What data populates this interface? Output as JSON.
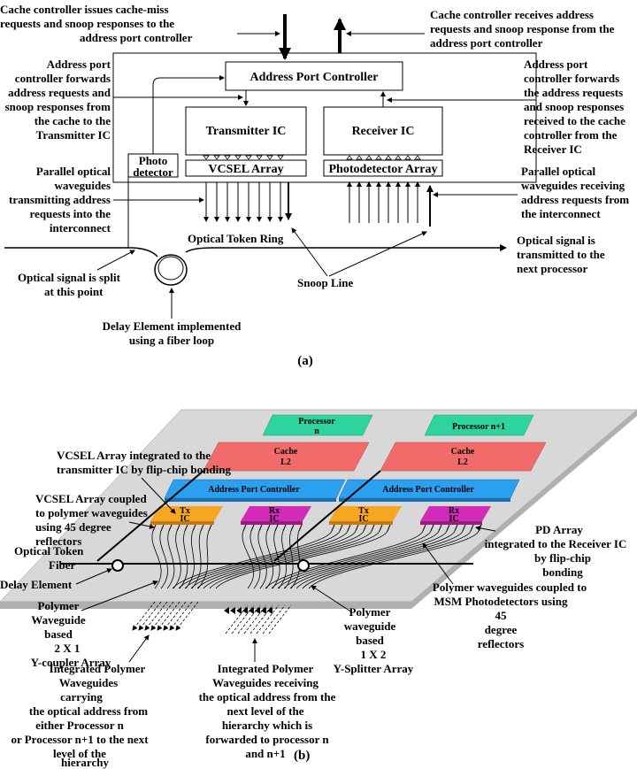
{
  "part_a": {
    "caption": "(a)",
    "boxes": {
      "address_port_controller": "Address Port Controller",
      "transmitter_ic": "Transmitter IC",
      "receiver_ic": "Receiver IC",
      "vcsel_array": "VCSEL Array",
      "photodetector_array": "Photodetector Array",
      "photo_detector": [
        "Photo",
        "detector"
      ]
    },
    "labels": {
      "cache_issues": [
        "Cache controller issues cache-miss",
        "requests and snoop responses to the",
        "address port controller"
      ],
      "cache_receives": [
        "Cache controller receives address",
        "requests and snoop response from the",
        "address port controller"
      ],
      "apc_forwards_left": [
        "Address port",
        "controller forwards",
        "address requests and",
        "snoop responses from",
        "the cache to the",
        "Transmitter IC"
      ],
      "apc_forwards_right": [
        "Address port",
        "controller forwards",
        "the address requests",
        "and snoop responses",
        "received to the cache",
        "controller from the",
        "Receiver IC"
      ],
      "parallel_tx": [
        "Parallel optical",
        "waveguides",
        "transmitting address",
        "requests into the",
        "interconnect"
      ],
      "parallel_rx": [
        "Parallel optical",
        "waveguides receiving",
        "address requests from",
        "the interconnect"
      ],
      "optical_token_ring": "Optical Token Ring",
      "optical_transmitted": [
        "Optical signal is",
        "transmitted to the",
        "next processor"
      ],
      "optical_split": [
        "Optical signal is split",
        "at this point"
      ],
      "snoop_line": "Snoop Line",
      "delay_element": [
        "Delay Element implemented",
        "using a fiber loop"
      ]
    }
  },
  "part_b": {
    "caption": "(b)",
    "boxes": {
      "processor_n": [
        "Processor",
        "n"
      ],
      "processor_n1": "Processor n+1",
      "cache_l2_left": [
        "Cache",
        "L2"
      ],
      "cache_l2_right": [
        "Cache",
        "L2"
      ],
      "apc_left": "Address Port Controller",
      "apc_right": "Address Port Controller",
      "tx_ic": [
        "Tx",
        "IC"
      ],
      "rx_ic": [
        "Rx",
        "IC"
      ]
    },
    "labels": {
      "vcsel_integrated": [
        "VCSEL Array integrated to the",
        "transmitter IC by flip-chip bonding"
      ],
      "vcsel_coupled": [
        "VCSEL Array coupled",
        "to polymer waveguides",
        "using 45 degree",
        "reflectors"
      ],
      "optical_token_fiber": [
        "Optical Token",
        "Fiber"
      ],
      "delay_element": "Delay Element",
      "y_coupler": [
        "Polymer",
        "Waveguide",
        "based",
        "2  X  1",
        "Y-coupler Array"
      ],
      "y_splitter": [
        "Polymer",
        "waveguide",
        "based",
        "1  X  2",
        "Y-Splitter Array"
      ],
      "pd_array": [
        "PD  Array",
        "integrated to the Receiver IC",
        "by flip-chip",
        "bonding"
      ],
      "polymer_msm": [
        "Polymer waveguides coupled to",
        "MSM Photodetectors using",
        "45",
        "degree",
        "reflectors"
      ],
      "integrated_carrying": [
        "Integrated Polymer",
        "Waveguides",
        "carrying",
        "the optical address from",
        "either Processor n",
        "or Processor n+1 to the next",
        "level of the",
        "hierarchy"
      ],
      "integrated_receiving": [
        "Integrated Polymer",
        "Waveguides receiving",
        "the optical address from the",
        "next level of the",
        "hierarchy which is",
        "forwarded to processor n",
        "and n+1"
      ]
    }
  },
  "colors": {
    "processor": "#2ed3a0",
    "cache": "#f26b6b",
    "apc": "#2b9ff0",
    "tx": "#f5a623",
    "rx": "#d42ab8",
    "board_top": "#d8d8d8",
    "board_side": "#b0b0b0"
  }
}
